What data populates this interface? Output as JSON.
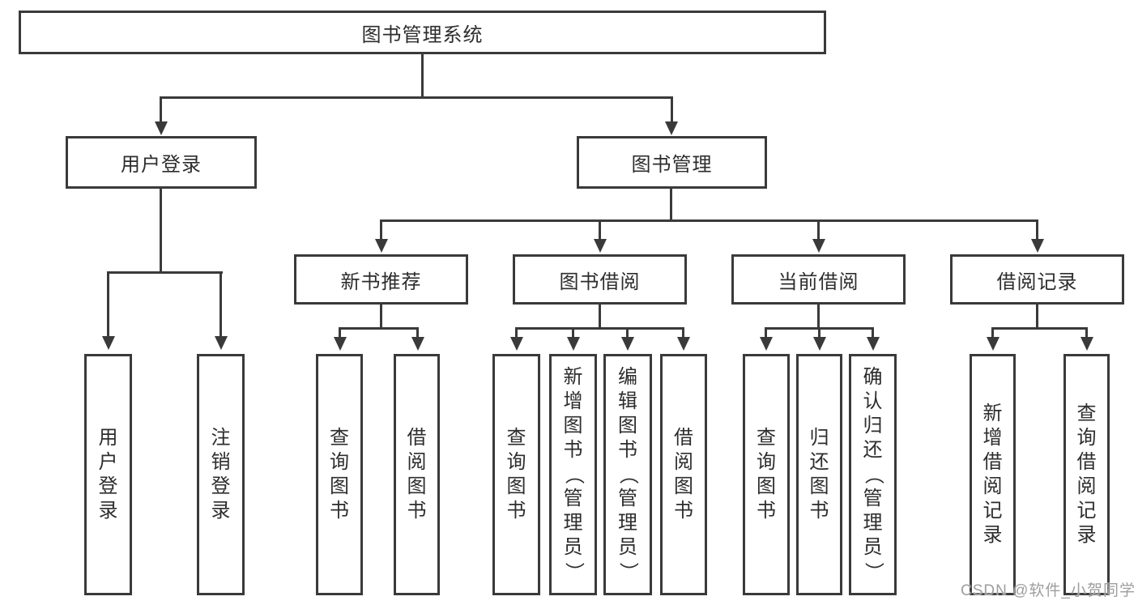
{
  "colors": {
    "line": "#3a3a3a",
    "text": "#2d2d2d",
    "background": "#ffffff",
    "box-bg": "#ffffff",
    "watermark": "#9e9e9e"
  },
  "watermark": {
    "text": "CSDN @软件_小贺同学"
  },
  "tree": {
    "root": {
      "label": "图书管理系统"
    },
    "branches": [
      {
        "label": "用户登录",
        "children": [
          {
            "label": "用户登录"
          },
          {
            "label": "注销登录"
          }
        ]
      },
      {
        "label": "图书管理",
        "groups": [
          {
            "label": "新书推荐",
            "children": [
              {
                "label": "查询图书"
              },
              {
                "label": "借阅图书"
              }
            ]
          },
          {
            "label": "图书借阅",
            "children": [
              {
                "label": "查询图书"
              },
              {
                "label": "新增图书（管理员）"
              },
              {
                "label": "编辑图书（管理员）"
              },
              {
                "label": "借阅图书"
              }
            ]
          },
          {
            "label": "当前借阅",
            "children": [
              {
                "label": "查询图书"
              },
              {
                "label": "归还图书"
              },
              {
                "label": "确认归还（管理员）"
              }
            ]
          },
          {
            "label": "借阅记录",
            "children": [
              {
                "label": "新增借阅记录"
              },
              {
                "label": "查询借阅记录"
              }
            ]
          }
        ]
      }
    ]
  }
}
